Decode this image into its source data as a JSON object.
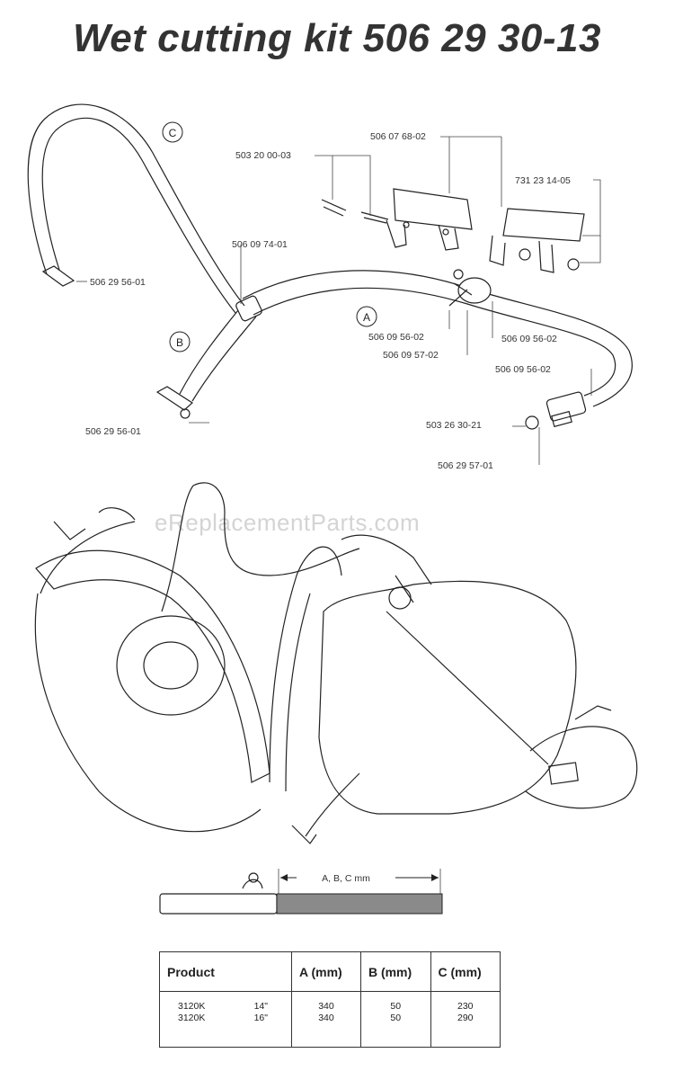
{
  "title": "Wet cutting kit 506 29 30-13",
  "watermark": "eReplacementParts.com",
  "callouts": {
    "a": "A",
    "b": "B",
    "c": "C"
  },
  "part_numbers": {
    "p_506_07_68_02": "506 07 68-02",
    "p_503_20_00_03": "503 20 00-03",
    "p_731_23_14_05": "731 23 14-05",
    "p_506_09_74_01": "506 09 74-01",
    "p_506_29_56_01_top": "506 29 56-01",
    "p_506_09_56_02_left": "506 09 56-02",
    "p_506_09_57_02": "506 09 57-02",
    "p_506_09_56_02_right": "506 09 56-02",
    "p_506_09_56_02_lower": "506 09 56-02",
    "p_503_26_30_21": "503 26 30-21",
    "p_506_29_56_01_bottom": "506 29 56-01",
    "p_506_29_57_01": "506 29 57-01"
  },
  "length_label": "A, B, C mm",
  "table": {
    "headers": [
      "Product",
      "A (mm)",
      "B (mm)",
      "C (mm)"
    ],
    "rows": [
      {
        "product": "3120K",
        "size": "14\"",
        "a": "340",
        "b": "50",
        "c": "230"
      },
      {
        "product": "3120K",
        "size": "16\"",
        "a": "340",
        "b": "50",
        "c": "290"
      }
    ]
  },
  "colors": {
    "line": "#222222",
    "text": "#333333",
    "watermark": "#d4d4d4",
    "shaded": "#8a8a8a"
  }
}
